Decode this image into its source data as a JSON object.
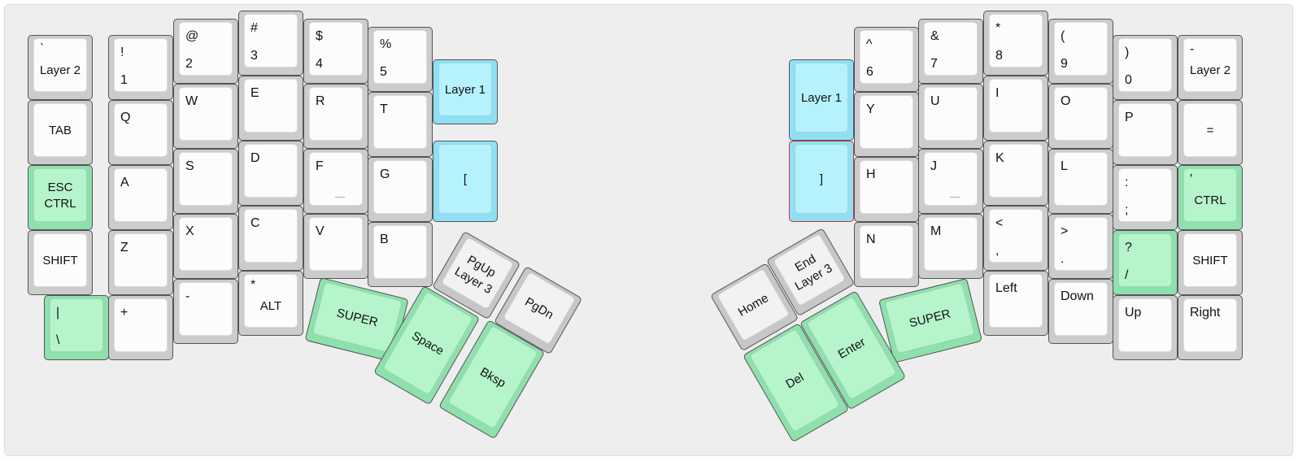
{
  "colors": {
    "white_outer": "#cccccc",
    "white_inner": "#fcfcfc",
    "green_outer": "#8ee0ad",
    "green_inner": "#b6f5cc",
    "blue_outer": "#8fe0f5",
    "blue_inner": "#b6f2fd",
    "grey_outer": "#c7c7c7",
    "grey_inner": "#f2f2f2"
  },
  "keys": [
    {
      "id": "grave-layer2",
      "top": "`",
      "center": "Layer 2",
      "color": "white"
    },
    {
      "id": "one",
      "top": "!",
      "bottom": "1",
      "color": "white"
    },
    {
      "id": "two",
      "top": "@",
      "bottom": "2",
      "color": "white"
    },
    {
      "id": "three",
      "top": "#",
      "bottom": "3",
      "color": "white"
    },
    {
      "id": "four",
      "top": "$",
      "bottom": "4",
      "color": "white"
    },
    {
      "id": "five",
      "top": "%",
      "bottom": "5",
      "color": "white"
    },
    {
      "id": "layer1-left",
      "center": "Layer 1",
      "color": "blue"
    },
    {
      "id": "tab",
      "center": "TAB",
      "color": "white"
    },
    {
      "id": "q",
      "top": "Q",
      "color": "white"
    },
    {
      "id": "w",
      "top": "W",
      "color": "white"
    },
    {
      "id": "e",
      "top": "E",
      "color": "white"
    },
    {
      "id": "r",
      "top": "R",
      "color": "white"
    },
    {
      "id": "t",
      "top": "T",
      "color": "white"
    },
    {
      "id": "bracket-left",
      "center": "[",
      "color": "blue"
    },
    {
      "id": "esc-ctrl",
      "center": "ESC",
      "center2": "CTRL",
      "color": "green"
    },
    {
      "id": "a",
      "top": "A",
      "color": "white"
    },
    {
      "id": "s",
      "top": "S",
      "color": "white"
    },
    {
      "id": "d",
      "top": "D",
      "color": "white"
    },
    {
      "id": "f",
      "top": "F",
      "homing": true,
      "color": "white"
    },
    {
      "id": "g",
      "top": "G",
      "color": "white"
    },
    {
      "id": "shift-left",
      "center": "SHIFT",
      "color": "white"
    },
    {
      "id": "z",
      "top": "Z",
      "color": "white"
    },
    {
      "id": "x",
      "top": "X",
      "color": "white"
    },
    {
      "id": "c",
      "top": "C",
      "color": "white"
    },
    {
      "id": "v",
      "top": "V",
      "color": "white"
    },
    {
      "id": "b",
      "top": "B",
      "color": "white"
    },
    {
      "id": "pipe",
      "top": "|",
      "bottom": "\\",
      "color": "green"
    },
    {
      "id": "plus",
      "top": "+",
      "color": "white"
    },
    {
      "id": "minus",
      "top": "-",
      "color": "white"
    },
    {
      "id": "alt",
      "top": "*",
      "center": "ALT",
      "color": "white"
    },
    {
      "id": "super-left",
      "center": "SUPER",
      "color": "green"
    },
    {
      "id": "pgup-layer3",
      "center": "PgUp",
      "center2": "Layer 3",
      "color": "grey"
    },
    {
      "id": "pgdn",
      "center": "PgDn",
      "color": "grey"
    },
    {
      "id": "space",
      "center": "Space",
      "color": "green"
    },
    {
      "id": "bksp",
      "center": "Bksp",
      "color": "green"
    },
    {
      "id": "six",
      "top": "^",
      "bottom": "6",
      "color": "white"
    },
    {
      "id": "seven",
      "top": "&",
      "bottom": "7",
      "color": "white"
    },
    {
      "id": "eight",
      "top": "*",
      "bottom": "8",
      "color": "white"
    },
    {
      "id": "nine",
      "top": "(",
      "bottom": "9",
      "color": "white"
    },
    {
      "id": "zero",
      "top": ")",
      "bottom": "0",
      "color": "white"
    },
    {
      "id": "dash-layer2",
      "top": "-",
      "center": "Layer 2",
      "color": "white"
    },
    {
      "id": "layer1-right",
      "center": "Layer 1",
      "color": "blue"
    },
    {
      "id": "y",
      "top": "Y",
      "color": "white"
    },
    {
      "id": "u",
      "top": "U",
      "color": "white"
    },
    {
      "id": "i",
      "top": "I",
      "color": "white"
    },
    {
      "id": "o",
      "top": "O",
      "color": "white"
    },
    {
      "id": "p",
      "top": "P",
      "color": "white"
    },
    {
      "id": "equals",
      "center": "=",
      "color": "white"
    },
    {
      "id": "bracket-right",
      "center": "]",
      "color": "blue",
      "border": "#cc3333"
    },
    {
      "id": "h",
      "top": "H",
      "color": "white"
    },
    {
      "id": "j",
      "top": "J",
      "homing": true,
      "color": "white"
    },
    {
      "id": "k",
      "top": "K",
      "color": "white"
    },
    {
      "id": "l",
      "top": "L",
      "color": "white"
    },
    {
      "id": "semicolon",
      "top": ":",
      "bottom": ";",
      "color": "white"
    },
    {
      "id": "quote-ctrl",
      "top": "'",
      "center": "CTRL",
      "color": "green"
    },
    {
      "id": "n",
      "top": "N",
      "color": "white"
    },
    {
      "id": "m",
      "top": "M",
      "color": "white"
    },
    {
      "id": "comma",
      "top": "<",
      "bottom": ",",
      "color": "white"
    },
    {
      "id": "period",
      "top": ">",
      "bottom": ".",
      "color": "white"
    },
    {
      "id": "slash",
      "top": "?",
      "bottom": "/",
      "color": "green"
    },
    {
      "id": "shift-right",
      "center": "SHIFT",
      "color": "white"
    },
    {
      "id": "left",
      "top": "Left",
      "color": "white"
    },
    {
      "id": "down",
      "top": "Down",
      "color": "white"
    },
    {
      "id": "up",
      "top": "Up",
      "color": "white"
    },
    {
      "id": "right",
      "top": "Right",
      "color": "white"
    },
    {
      "id": "home",
      "center": "Home",
      "color": "grey"
    },
    {
      "id": "end-layer3",
      "center": "End",
      "center2": "Layer 3",
      "color": "grey"
    },
    {
      "id": "super-right",
      "center": "SUPER",
      "color": "green"
    },
    {
      "id": "del",
      "center": "Del",
      "color": "green"
    },
    {
      "id": "enter",
      "center": "Enter",
      "color": "green"
    }
  ]
}
